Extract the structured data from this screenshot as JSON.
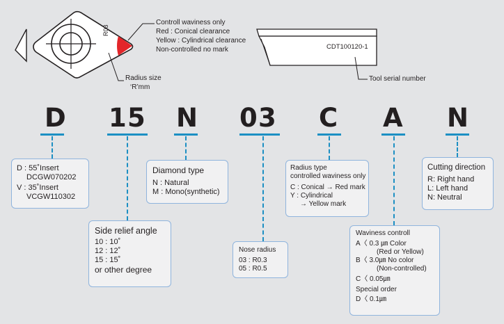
{
  "insert_callout": {
    "radius_code": "R03",
    "waviness_title": "Controll waviness only",
    "waviness_red": "Red : Conical clearance",
    "waviness_yellow": "Yellow : Cylindrical clearance",
    "waviness_none": "Non-controlled no mark",
    "radius_label_1": "Radius size",
    "radius_label_2": "‘R’mm"
  },
  "tool_callout": {
    "serial_text": "CDT100120-1",
    "serial_label": "Tool serial number"
  },
  "code_letters": [
    "D",
    "1",
    "5",
    "N",
    "0",
    "3",
    "C",
    "A",
    "N"
  ],
  "colors": {
    "accent_blue": "#1c8fc3",
    "box_border": "#8fb4dd",
    "red_mark": "#e3262a",
    "background": "#e3e4e6"
  },
  "boxes": {
    "shape": {
      "line1": "D : 55˚Insert",
      "line2": "DCGW070202",
      "line3": "V : 35˚Insert",
      "line4": "VCGW110302"
    },
    "relief": {
      "title": "Side relief angle",
      "line1": "10 : 10˚",
      "line2": "12 : 12˚",
      "line3": "15 : 15˚",
      "line4": "or other degree"
    },
    "diamond": {
      "title": "Diamond type",
      "line1": "N : Natural",
      "line2": "M : Mono(synthetic)"
    },
    "nose": {
      "title": "Nose radius",
      "line1": "03 : R0.3",
      "line2": "05 : R0.5"
    },
    "radius_type": {
      "title1": "Radius type",
      "title2": "controlled waviness only",
      "line1": "C : Conical → Red mark",
      "line2": "Y : Cylindrical",
      "line3": "→ Yellow mark"
    },
    "waviness": {
      "title": "Waviness controll",
      "a1": "A〈 0.3 ㎛ Color",
      "a2": "(Red or Yellow)",
      "b1": "B〈 3.0㎛ No color",
      "b2": "(Non-controlled)",
      "c1": "C〈 0.05㎛",
      "special": "Special order",
      "d1": "D〈 0.1㎛"
    },
    "direction": {
      "title": "Cutting direction",
      "line1": "R: Right hand",
      "line2": "L: Left hand",
      "line3": "N: Neutral"
    }
  }
}
